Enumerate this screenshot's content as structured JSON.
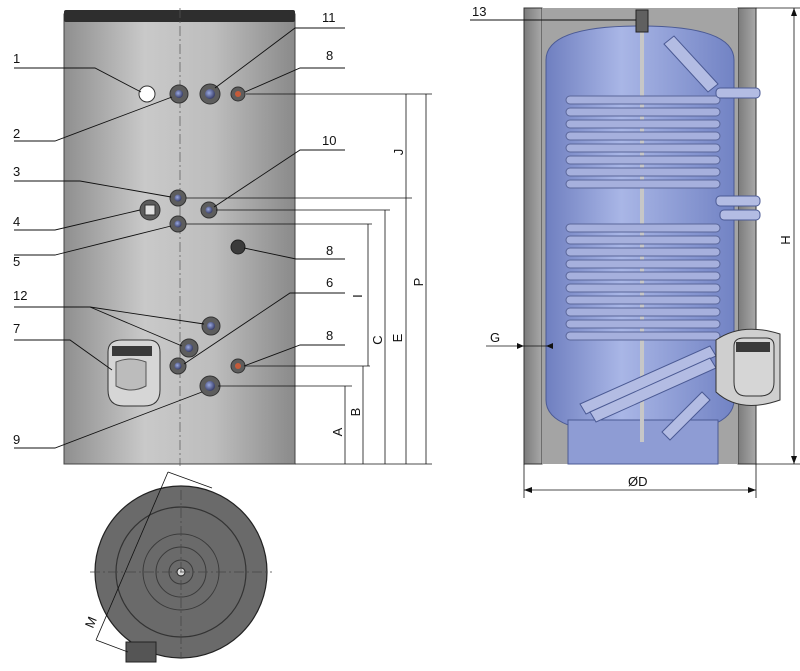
{
  "callouts": {
    "c1": "1",
    "c2": "2",
    "c3": "3",
    "c4": "4",
    "c5": "5",
    "c6": "6",
    "c7": "7",
    "c8a": "8",
    "c8b": "8",
    "c8c": "8",
    "c9": "9",
    "c10": "10",
    "c11": "11",
    "c12": "12",
    "c13": "13"
  },
  "dimensions": {
    "A": "A",
    "B": "B",
    "C": "C",
    "E": "E",
    "I": "I",
    "J": "J",
    "P": "P",
    "H": "H",
    "G": "G",
    "D": "ØD",
    "M": "M"
  },
  "colors": {
    "jacket": "#b9b9b9",
    "jacket_dark": "#8e8e8e",
    "tank_blue": "#8f9fd6",
    "coil": "#9aa6cf",
    "outline": "#1a1a1a"
  }
}
